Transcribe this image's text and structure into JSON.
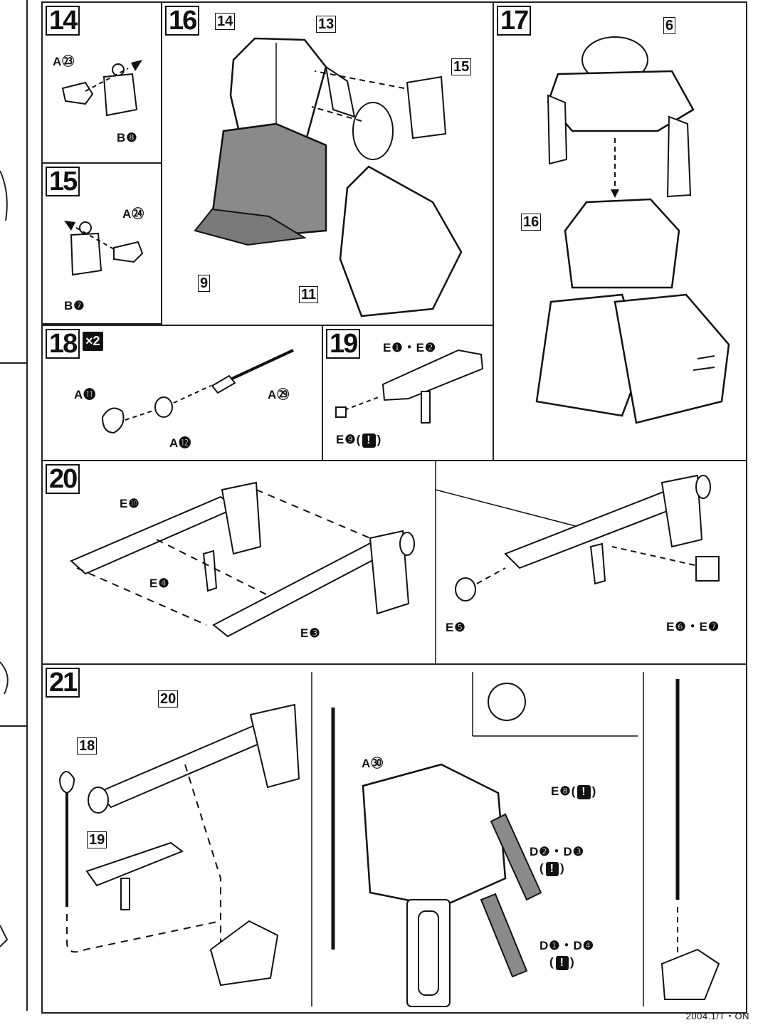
{
  "steps": {
    "s14": {
      "number": "14",
      "label_a": "A㉓",
      "label_b": "B❽"
    },
    "s15": {
      "number": "15",
      "label_a": "A㉔",
      "label_b": "B❼"
    },
    "s16": {
      "number": "16",
      "refs": [
        "14",
        "13",
        "15",
        "9",
        "11"
      ]
    },
    "s17": {
      "number": "17",
      "refs": [
        "6",
        "16"
      ]
    },
    "s18": {
      "number": "18",
      "badge": "×2",
      "labels": [
        "A⓫",
        "A⓬",
        "A㉙"
      ]
    },
    "s19": {
      "number": "19",
      "labels": [
        "E❶・E❷",
        "E❾("
      ],
      "warn": "!",
      "close": ")"
    },
    "s20": {
      "number": "20",
      "labels": [
        "E❿",
        "E❹",
        "E❸",
        "E❺",
        "E❻・E❼"
      ]
    },
    "s21": {
      "number": "21",
      "refs": [
        "20",
        "18",
        "19"
      ],
      "labels": [
        "A㉚",
        "E❽(",
        "D❷・D❸",
        "(",
        "D❶・D❹",
        "("
      ],
      "warn": "!",
      "close": ")"
    }
  },
  "footer": "2004.1/T・ON",
  "colors": {
    "line": "#111111",
    "shade": "#8a8a8a",
    "paper": "#ffffff"
  }
}
